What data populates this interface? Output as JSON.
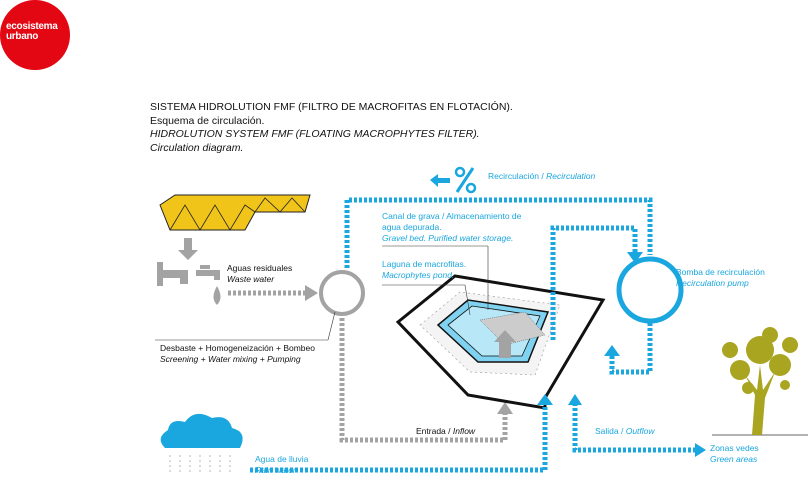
{
  "logo": {
    "line1": "ecosistema",
    "line2": "urbano"
  },
  "title": {
    "es": "SISTEMA HIDROLUTION FMF (FILTRO DE MACROFITAS EN FLOTACIÓN).",
    "es_sub": "Esquema de circulación.",
    "en": "HIDROLUTION SYSTEM FMF (FLOATING MACROPHYTES FILTER).",
    "en_sub": "Circulation diagram."
  },
  "labels": {
    "recirculation": {
      "es": "Recirculación / ",
      "en": "Recirculation"
    },
    "waste": {
      "es": "Aguas residuales",
      "en": "Waste water"
    },
    "screening": {
      "es": "Desbaste + Homogeneización + Bombeo",
      "en": "Screening + Water mixing + Pumping"
    },
    "gravel": {
      "es1": "Canal de grava / Almacenamiento de",
      "es2": "agua depurada.",
      "en": "Gravel bed. Purified water storage."
    },
    "pond": {
      "es": "Laguna de macrofitas.",
      "en": "Macrophytes pond."
    },
    "pump": {
      "es": "Bomba de recirculación",
      "en": "Recirculation pump"
    },
    "inflow": {
      "es": "Entrada / ",
      "en": "Inflow"
    },
    "outflow": {
      "es": "Salida / ",
      "en": "Outflow"
    },
    "green": {
      "es": "Zonas vedes",
      "en": "Green areas"
    },
    "rain": {
      "es": "Agua de lluvia",
      "en": "Rain water"
    }
  },
  "colors": {
    "cyan": "#1aa6df",
    "gray": "#a3a3a3",
    "red": "#e30613",
    "yellow": "#f0c419",
    "tree": "#a9a521"
  }
}
